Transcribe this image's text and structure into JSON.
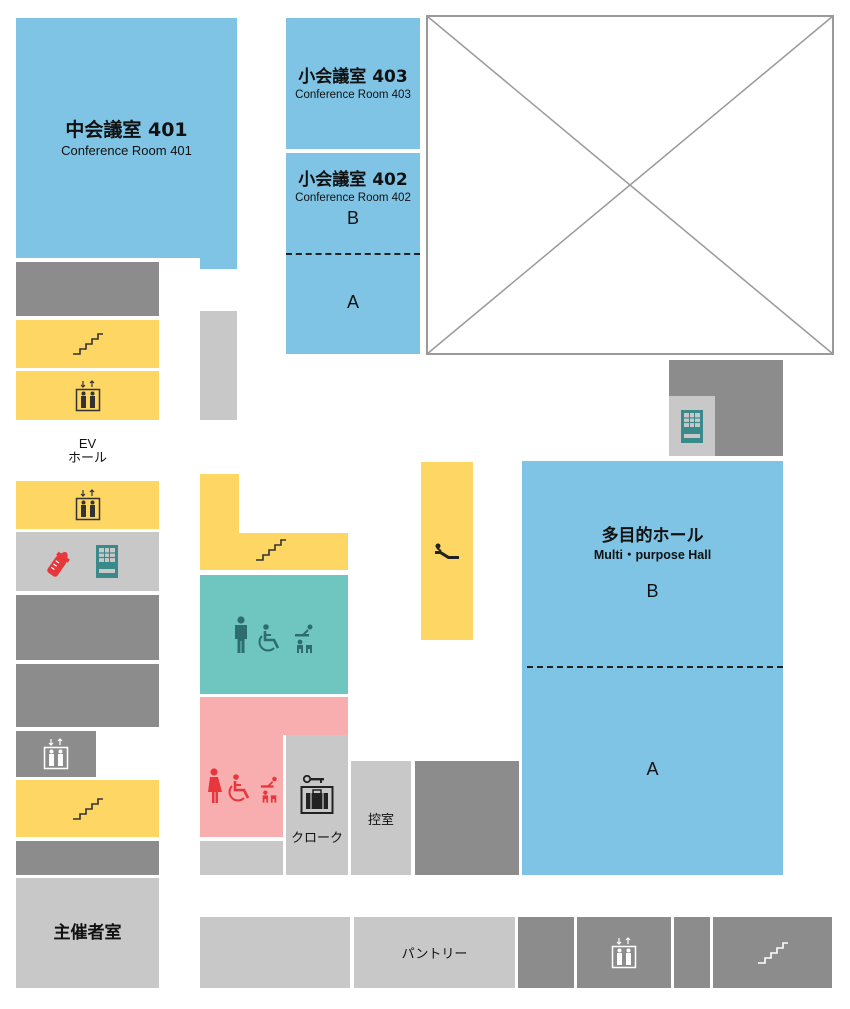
{
  "rooms": {
    "r401": {
      "jp": "中会議室 401",
      "en": "Conference Room 401"
    },
    "r403": {
      "jp": "小会議室 403",
      "en": "Conference Room 403"
    },
    "r402": {
      "jp": "小会議室 402",
      "en": "Conference Room 402",
      "sec_b": "B",
      "sec_a": "A"
    },
    "hall": {
      "jp": "多目的ホール",
      "en": "Multi・purpose Hall",
      "sec_b": "B",
      "sec_a": "A"
    },
    "cloak": "クローク",
    "waiting": "控室",
    "organizer": "主催者室",
    "pantry": "パントリー",
    "ev_hall": {
      "line1": "EV",
      "line2": "ホール"
    }
  },
  "colors": {
    "meeting_room": "#7fc4e5",
    "service": "#8c8c8c",
    "storage": "#c8c8c8",
    "circulation": "#fed663",
    "mens_restroom": "#6fc6c0",
    "womens_restroom": "#f8aeae",
    "void_stroke": "#9a9a9a"
  },
  "icons": [
    "stairs-icon",
    "elevator-icon",
    "escalator-icon",
    "vending-machine-icon",
    "baby-bottle-icon",
    "male-icon",
    "female-icon",
    "wheelchair-icon",
    "baby-changing-icon",
    "cloakroom-icon"
  ]
}
